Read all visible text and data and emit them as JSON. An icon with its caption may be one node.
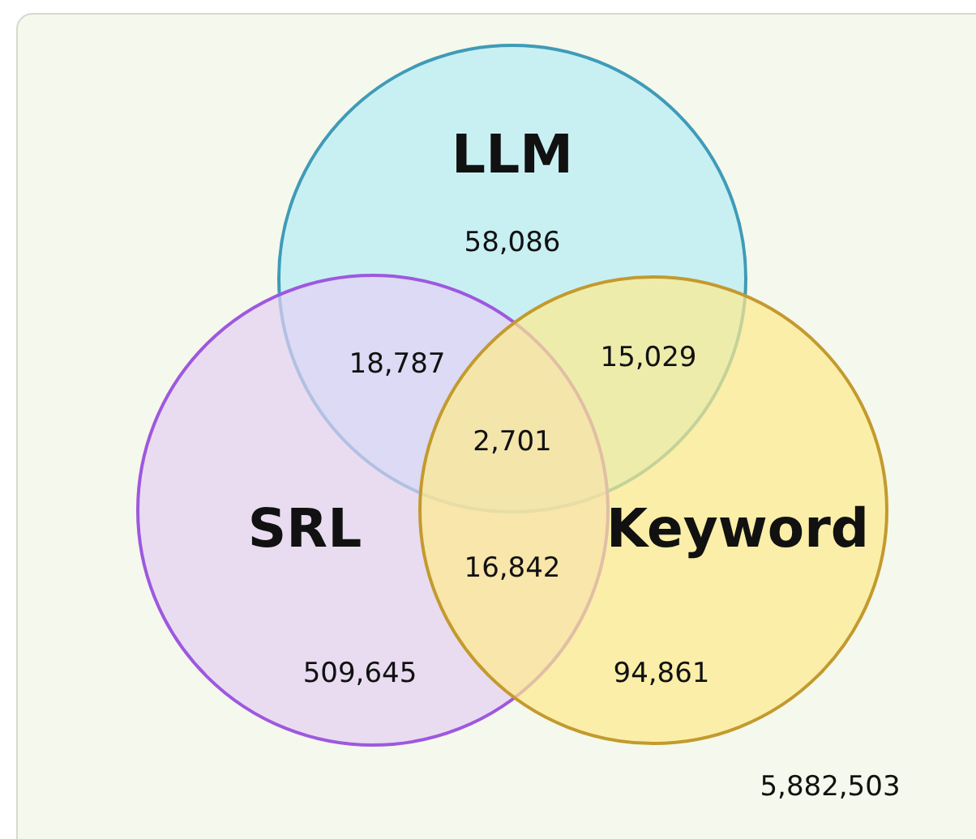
{
  "diagram": {
    "nodes": [
      {
        "text": [
          "LLM"
        ]
      },
      {
        "text": [
          "SRL"
        ]
      },
      {
        "text": [
          "Keyword"
        ]
      }
    ],
    "labels": [
      "58,086",
      "18,787",
      "15,029",
      "2,701",
      "16,842",
      "509,645",
      "94,861",
      "5,882,503"
    ]
  }
}
